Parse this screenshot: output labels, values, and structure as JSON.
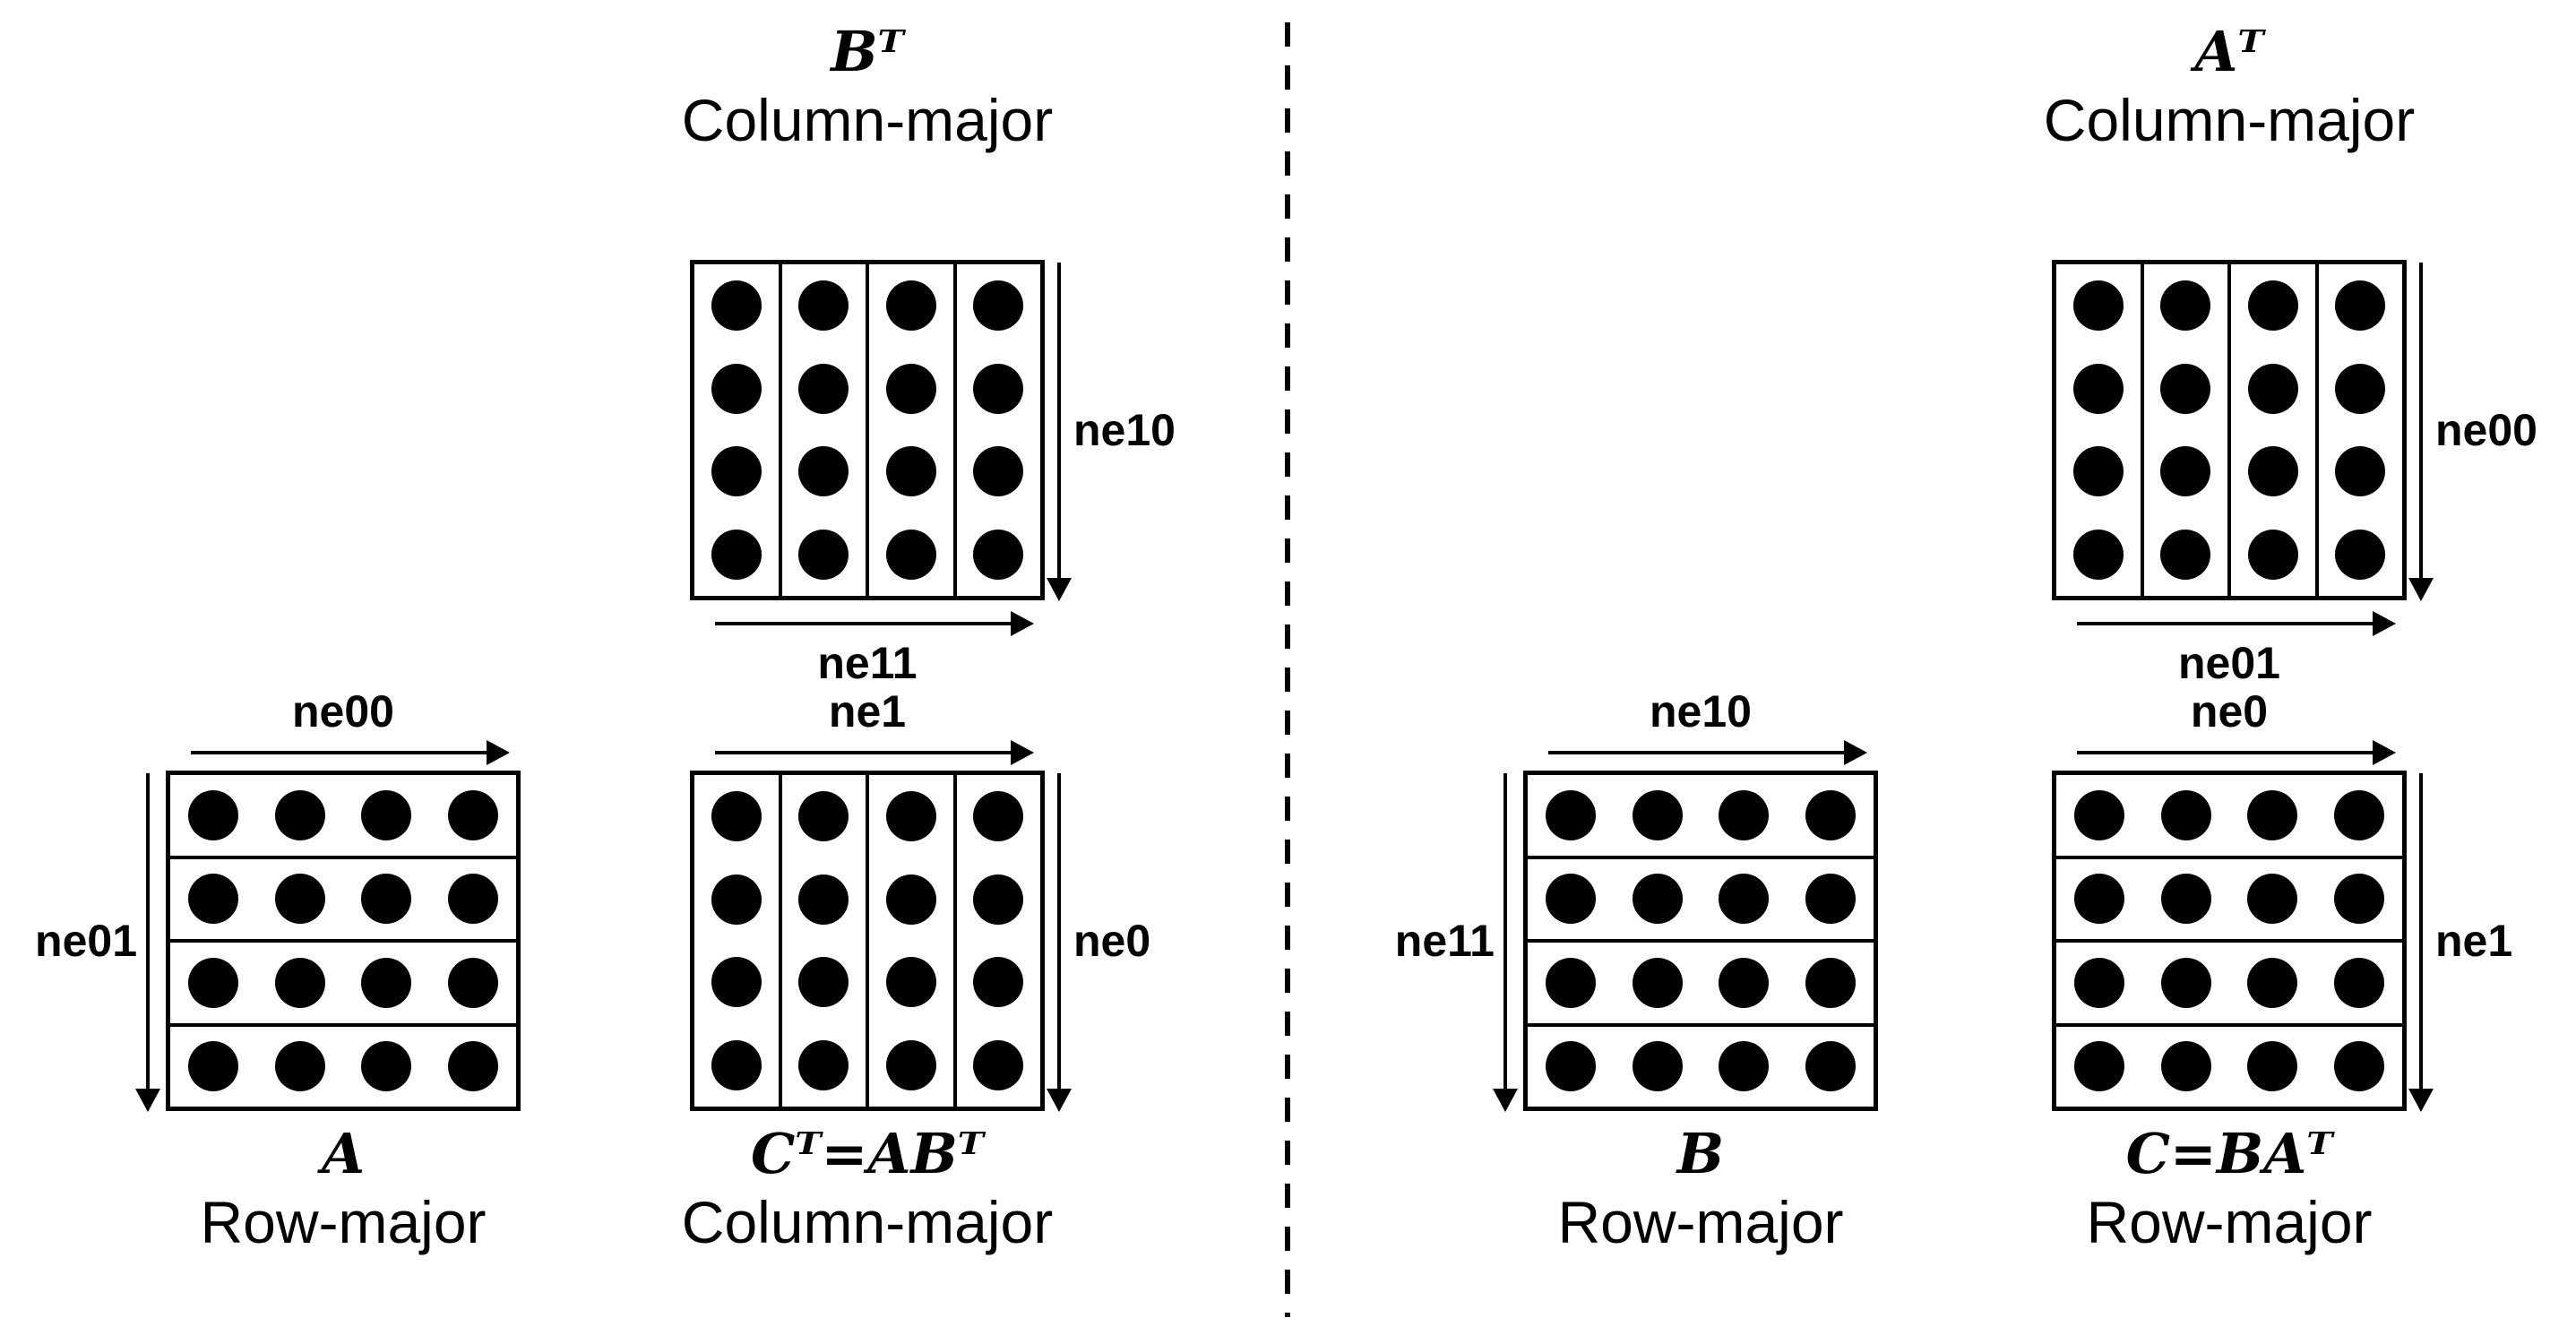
{
  "page": {
    "background": "#ffffff",
    "ink": "#000000",
    "description_note": "matrix memory-layout diagram"
  },
  "matrix": {
    "rows": 4,
    "cols": 4,
    "dot_color": "#000000"
  },
  "figures": [
    {
      "id": "b-transpose",
      "title": "Bᵀ",
      "layout": "Column-major",
      "orientation": "column",
      "title_position": "top",
      "arrows": {
        "right": "ne10",
        "bottom": "ne11"
      }
    },
    {
      "id": "a",
      "title": "A",
      "layout": "Row-major",
      "orientation": "row",
      "title_position": "bottom",
      "arrows": {
        "top": "ne00",
        "left": "ne01"
      }
    },
    {
      "id": "c-transpose",
      "title": "Cᵀ=ABᵀ",
      "layout": "Column-major",
      "orientation": "column",
      "title_position": "bottom",
      "arrows": {
        "top": "ne1",
        "right": "ne0"
      }
    },
    {
      "id": "a-transpose",
      "title": "Aᵀ",
      "layout": "Column-major",
      "orientation": "column",
      "title_position": "top",
      "arrows": {
        "right": "ne00",
        "bottom": "ne01"
      }
    },
    {
      "id": "b",
      "title": "B",
      "layout": "Row-major",
      "orientation": "row",
      "title_position": "bottom",
      "arrows": {
        "top": "ne10",
        "left": "ne11"
      }
    },
    {
      "id": "c",
      "title": "C=BAᵀ",
      "layout": "Row-major",
      "orientation": "row",
      "title_position": "bottom",
      "arrows": {
        "top": "ne0",
        "right": "ne1"
      }
    }
  ]
}
